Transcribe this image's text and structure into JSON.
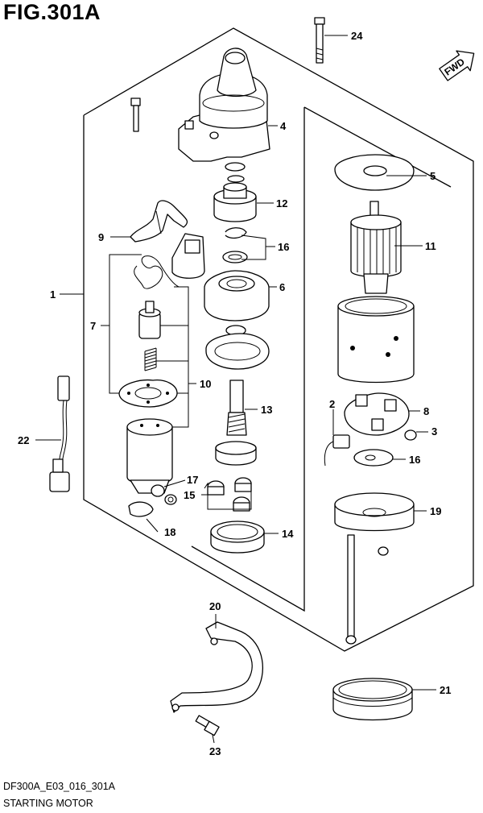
{
  "figure": {
    "title": "FIG.301A",
    "code": "DF300A_E03_016_301A",
    "name": "STARTING MOTOR",
    "direction_label": "FWD"
  },
  "callouts": [
    "1",
    "2",
    "3",
    "4",
    "5",
    "6",
    "7",
    "8",
    "9",
    "10",
    "11",
    "12",
    "13",
    "14",
    "15",
    "16",
    "16",
    "17",
    "18",
    "19",
    "20",
    "21",
    "22",
    "23",
    "24"
  ],
  "parts": [
    {
      "icon": "starter-solenoid-cover-icon"
    },
    {
      "icon": "pinion-gear-icon"
    },
    {
      "icon": "shift-lever-icon"
    },
    {
      "icon": "snap-ring-icon"
    },
    {
      "icon": "spring-icon"
    },
    {
      "icon": "gear-housing-icon"
    },
    {
      "icon": "armature-icon"
    },
    {
      "icon": "yoke-icon"
    },
    {
      "icon": "brush-holder-icon"
    },
    {
      "icon": "end-frame-icon"
    },
    {
      "icon": "planetary-gear-icon"
    },
    {
      "icon": "internal-gear-icon"
    },
    {
      "icon": "through-bolt-icon"
    },
    {
      "icon": "bracket-band-icon"
    },
    {
      "icon": "cover-ring-icon"
    },
    {
      "icon": "lead-wire-icon"
    },
    {
      "icon": "bolt-icon"
    },
    {
      "icon": "fwd-arrow-icon"
    }
  ]
}
